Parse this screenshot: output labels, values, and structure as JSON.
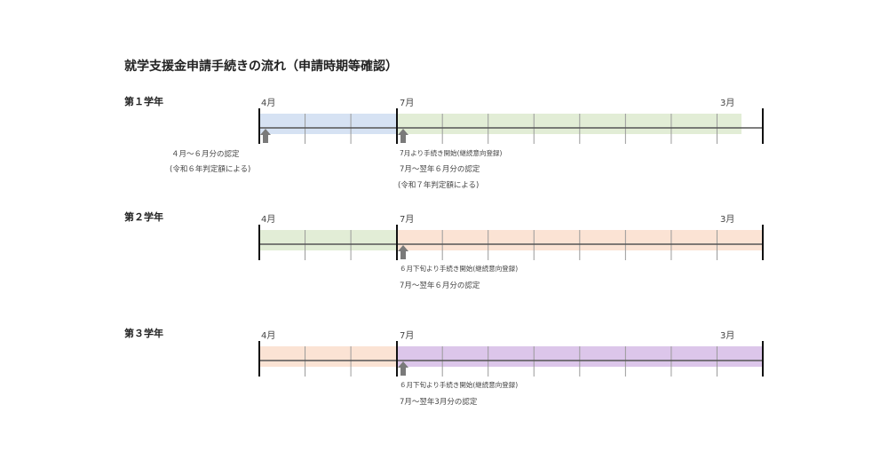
{
  "title": "就学支援金申請手続きの流れ（申請時期等確認）",
  "colors": {
    "blue": "#d6e2f3",
    "green": "#e2edd6",
    "orange": "#fbe3d4",
    "purple": "#dcc6ea",
    "line": "#555555",
    "grid": "#9a9a9a",
    "arrow": "#7a7a7a"
  },
  "icons": {
    "arrow": "up-arrow-icon"
  },
  "grades": [
    {
      "label": "第１学年",
      "months": {
        "start": "4月",
        "mid": "7月",
        "end": "3月"
      },
      "first_color": "blue",
      "second_color": "green",
      "second_ends_early": true,
      "arrows": [
        "start",
        "mid"
      ],
      "notes_left": [
        "４月～６月分の認定",
        "(令和６年判定額による)"
      ],
      "notes_right": [
        "7月より手続き開始(継続意向登録)",
        "7月～翌年６月分の認定",
        "(令和７年判定額による)"
      ]
    },
    {
      "label": "第２学年",
      "months": {
        "start": "4月",
        "mid": "7月",
        "end": "3月"
      },
      "first_color": "green",
      "second_color": "orange",
      "second_ends_early": false,
      "arrows": [
        "mid"
      ],
      "notes_left": [],
      "notes_right": [
        "６月下旬より手続き開始(継続意向登録)",
        "7月～翌年６月分の認定"
      ]
    },
    {
      "label": "第３学年",
      "months": {
        "start": "4月",
        "mid": "7月",
        "end": "3月"
      },
      "first_color": "orange",
      "second_color": "purple",
      "second_ends_early": false,
      "arrows": [
        "mid"
      ],
      "notes_left": [],
      "notes_right": [
        "６月下旬より手続き開始(継続意向登録)",
        "7月～翌年3月分の認定"
      ]
    }
  ]
}
